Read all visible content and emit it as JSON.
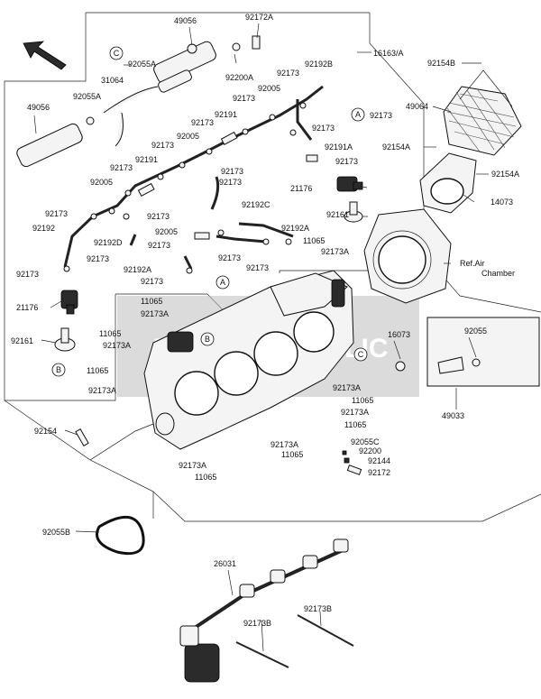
{
  "labels": {
    "p49056_top": "49056",
    "p92172A": "92172A",
    "p16163A": "16163/A",
    "p92154B": "92154B",
    "p92055A_top": "92055A",
    "p92200A": "92200A",
    "p31064": "31064",
    "p92173_a": "92173",
    "p92192B": "92192B",
    "p49064": "49064",
    "p49056_left": "49056",
    "p92055A_left": "92055A",
    "p92005_a": "92005",
    "p92173_b": "92173",
    "p92191_a": "92191",
    "p92173_c": "92173",
    "p92173_d": "92173",
    "p92173_e": "92173",
    "p92005_b": "92005",
    "p92191A": "92191A",
    "p92154A_a": "92154A",
    "p92173_f": "92173",
    "p92191_b": "92191",
    "p92173_g": "92173",
    "p92173_h": "92173",
    "p92154A_b": "92154A",
    "p92173_i": "92173",
    "p92005_c": "92005",
    "p92173_j": "92173",
    "p21176_top": "21176",
    "p14073": "14073",
    "p92192C": "92192C",
    "p92173_k": "92173",
    "p92173_l": "92173",
    "p92161_top": "92161",
    "p92192": "92192",
    "p92005_d": "92005",
    "p92192A_a": "92192A",
    "p92192D": "92192D",
    "p92173_m": "92173",
    "p11065_a": "11065",
    "p92173_n": "92173",
    "p92173A_a": "92173A",
    "p92173_o": "92173",
    "p92173_p": "92173",
    "p92192A_b": "92192A",
    "p92173_q": "92173",
    "p92173_r": "92173",
    "refAir1": "Ref.Air",
    "refAir2": "Chamber",
    "p21176_left": "21176",
    "p11065_b": "11065",
    "p92173A_b": "92173A",
    "p92161_left": "92161",
    "p11065_c": "11065",
    "p92173A_c": "92173A",
    "p16073": "16073",
    "p92055": "92055",
    "p11065_d": "11065",
    "p92173A_d": "92173A",
    "p92173A_e": "92173A",
    "p11065_e": "11065",
    "p92173A_f": "92173A",
    "p49033": "49033",
    "p11065_f": "11065",
    "p92154": "92154",
    "p92055C": "92055C",
    "p92200": "92200",
    "p92173A_g": "92173A",
    "p11065_g": "11065",
    "p92144": "92144",
    "p92173A_h": "92173A",
    "p92172": "92172",
    "p11065_h": "11065",
    "p92055B": "92055B",
    "p26031": "26031",
    "p92173B_a": "92173B",
    "p92173B_b": "92173B"
  },
  "refs": {
    "A": "A",
    "B": "B",
    "C": "C"
  },
  "watermark": "PARTS REPUBLIC"
}
